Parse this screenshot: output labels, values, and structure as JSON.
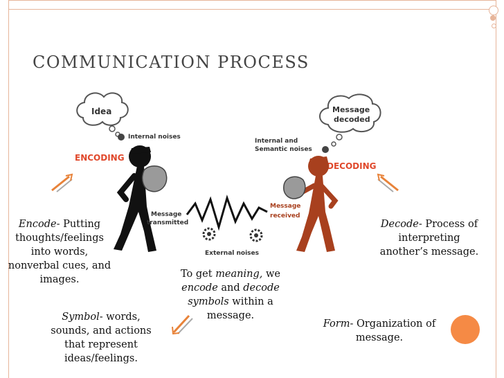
{
  "title": "COMMUNICATION PROCESS",
  "diagram": {
    "idea": "Idea",
    "message_decoded_1": "Message",
    "message_decoded_2": "decoded",
    "internal_noises": "Internal noises",
    "internal_semantic_1": "Internal and",
    "internal_semantic_2": "Semantic noises",
    "encoding": "ENCODING",
    "decoding": "DECODING",
    "message_transmitted_1": "Message",
    "message_transmitted_2": "transmitted",
    "message_received_1": "Message",
    "message_received_2": "received",
    "external_noises": "External noises"
  },
  "encode": {
    "term": "Encode",
    "definition": "- Putting thoughts/feelings into words, nonverbal cues, and images."
  },
  "decode": {
    "term": "Decode",
    "definition": "- Process of interpreting another’s message."
  },
  "symbol": {
    "term": "Symbol",
    "definition": "- words, sounds, and actions that represent ideas/feelings."
  },
  "meaning": {
    "line1_a": "To get ",
    "line1_term": "meaning,",
    "line1_b": " we",
    "encode": "encode",
    "and": " and ",
    "decode": "decode",
    "symbols": "symbols",
    "within": " within a",
    "message": "message."
  },
  "form": {
    "term": "Form",
    "definition": "- Organization of message."
  },
  "colors": {
    "accent": "#f58a45",
    "encoding_red": "#e0482b",
    "frame": "#e7b59a",
    "receiver": "#a8401e"
  }
}
